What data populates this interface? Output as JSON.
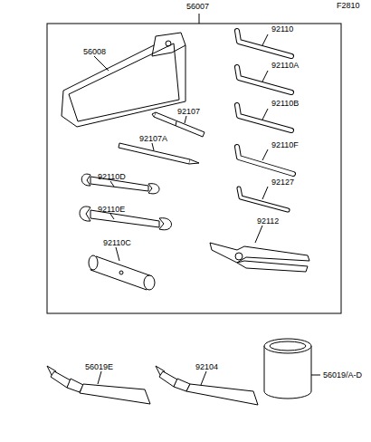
{
  "diagram": {
    "labels": [
      "56007",
      "F2810",
      "56008",
      "92110",
      "92110A",
      "92110B",
      "92110F",
      "92127",
      "92107",
      "92107A",
      "92110D",
      "92110E",
      "92110C",
      "92112",
      "56019E",
      "92104",
      "56019/A-D"
    ]
  }
}
